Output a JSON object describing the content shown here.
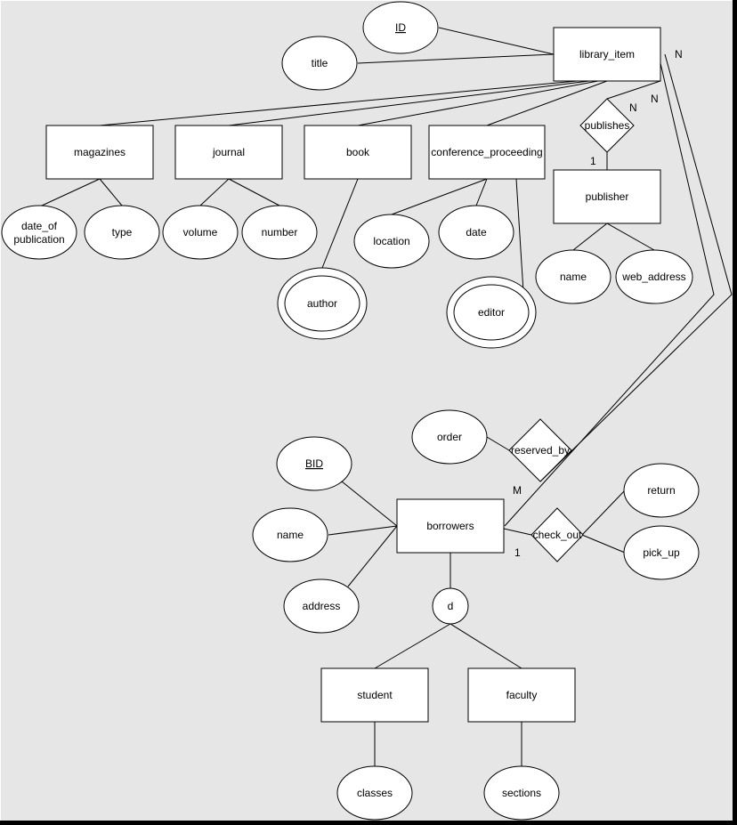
{
  "colors": {
    "background": "#e6e6e6",
    "shape_fill": "#ffffff",
    "stroke": "#000000",
    "frame": "#000000"
  },
  "entities": {
    "library_item": "library_item",
    "magazines": "magazines",
    "journal": "journal",
    "book": "book",
    "conference_proceeding": "conference_proceeding",
    "publisher": "publisher",
    "borrowers": "borrowers",
    "student": "student",
    "faculty": "faculty"
  },
  "attributes": {
    "id": "ID",
    "title": "title",
    "date_of_publication_line1": "date_of",
    "date_of_publication_line2": "publication",
    "type": "type",
    "volume": "volume",
    "number": "number",
    "location": "location",
    "date": "date",
    "author": "author",
    "editor": "editor",
    "publisher_name": "name",
    "web_address": "web_address",
    "order": "order",
    "bid": "BID",
    "borrower_name": "name",
    "address": "address",
    "return": "return",
    "pick_up": "pick_up",
    "classes": "classes",
    "sections": "sections"
  },
  "relationships": {
    "publishes": "publishes",
    "reserved_by": "reserved_by",
    "check_out": "check_out"
  },
  "disjoint": "d",
  "cardinalities": {
    "library_item_outer": "N",
    "publishes_n": "N",
    "publishes_n_outer": "N",
    "publishes_1": "1",
    "reserved_by_m": "M",
    "check_out_1": "1"
  }
}
